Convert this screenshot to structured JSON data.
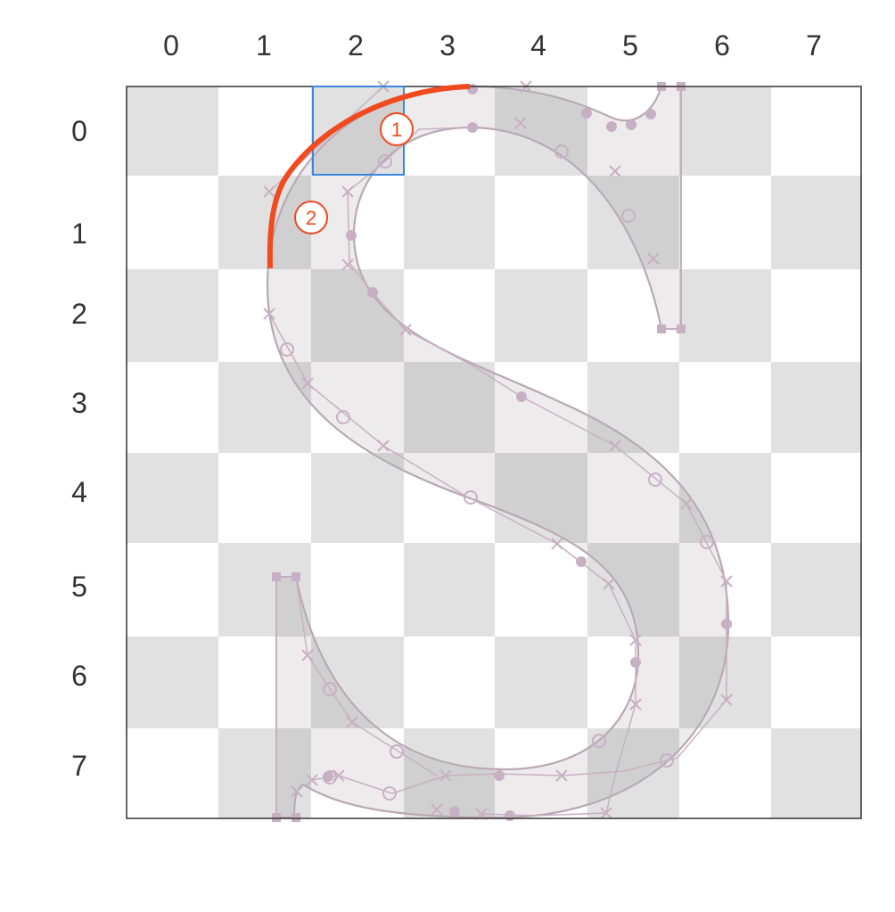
{
  "grid": {
    "columns": 8,
    "rows": 8,
    "col_labels": [
      "0",
      "1",
      "2",
      "3",
      "4",
      "5",
      "6",
      "7"
    ],
    "row_labels": [
      "0",
      "1",
      "2",
      "3",
      "4",
      "5",
      "6",
      "7"
    ],
    "colors": {
      "light_cell": "#ffffff",
      "dark_cell": "#e1e1e1",
      "glyph_overlap_dark": "#d0d0d0",
      "glyph_fill": "#ebe7ea",
      "outline": "#b8a8b4",
      "control": "#c8b0c4",
      "frame": "#333333"
    }
  },
  "glyph": {
    "character": "S"
  },
  "highlight": {
    "cell_col": 2,
    "cell_row": 0,
    "color": "#3a86e0"
  },
  "stroke": {
    "color": "#f04a1e",
    "markers": [
      {
        "label": "1"
      },
      {
        "label": "2"
      }
    ]
  }
}
